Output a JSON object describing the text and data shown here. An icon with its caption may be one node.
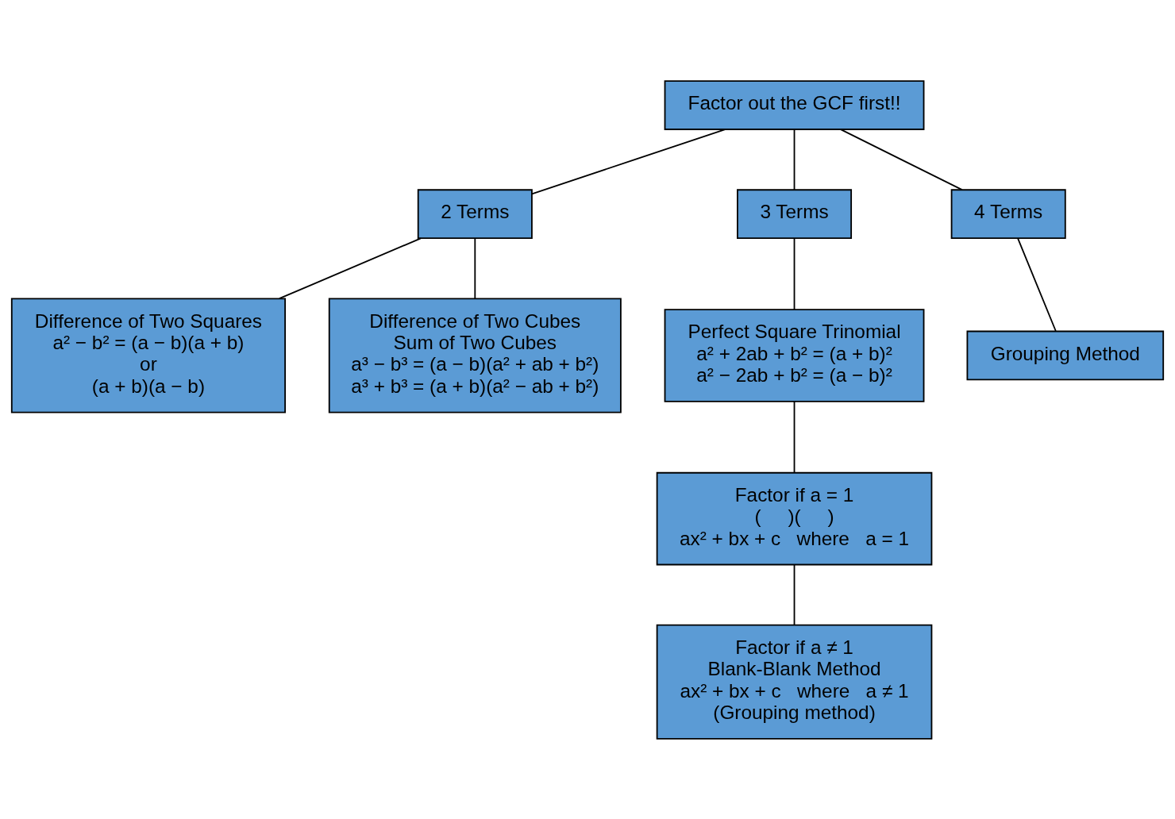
{
  "diagram": {
    "nodes": [
      {
        "text": [
          "Factor out the GCF first!!"
        ]
      },
      {
        "text": [
          "2 Terms"
        ]
      },
      {
        "text": [
          "3 Terms"
        ]
      },
      {
        "text": [
          "4 Terms"
        ]
      },
      {
        "text": [
          "Difference of Two Squares",
          "a² − b² = (a − b)(a + b)",
          "or",
          "(a + b)(a − b)"
        ]
      },
      {
        "text": [
          "Perfect Square Trinomial",
          "a² + 2ab + b² = (a + b)²",
          "a² − 2ab + b² = (a − b)²"
        ]
      },
      {
        "text": [
          "Grouping Method"
        ]
      },
      {
        "text": [
          "Factor if a = 1",
          "(     )(     )",
          "ax² + bx + c   where   a = 1"
        ]
      },
      {
        "text": [
          "Difference of Two Cubes",
          "Sum of Two Cubes",
          "a³ − b³ = (a − b)(a² + ab + b²)",
          "a³ + b³ = (a + b)(a² − ab + b²)"
        ]
      },
      {
        "text": [
          "Factor if a ≠ 1",
          "Blank-Blank Method",
          "ax² + bx + c   where   a ≠ 1",
          "(Grouping method)"
        ]
      }
    ],
    "edges": [
      {
        "from": 0,
        "to": 1,
        "arrow": "none"
      },
      {
        "from": 0,
        "to": 2,
        "arrow": "none"
      },
      {
        "from": 0,
        "to": 3,
        "arrow": "none"
      },
      {
        "from": 1,
        "to": 4,
        "arrow": "none"
      },
      {
        "from": 1,
        "to": 8,
        "arrow": "none"
      },
      {
        "from": 2,
        "to": 5,
        "arrow": "none"
      },
      {
        "from": 3,
        "to": 6,
        "arrow": "none"
      },
      {
        "from": 5,
        "to": 7,
        "arrow": "none"
      },
      {
        "from": 7,
        "to": 9,
        "arrow": "none"
      }
    ]
  }
}
